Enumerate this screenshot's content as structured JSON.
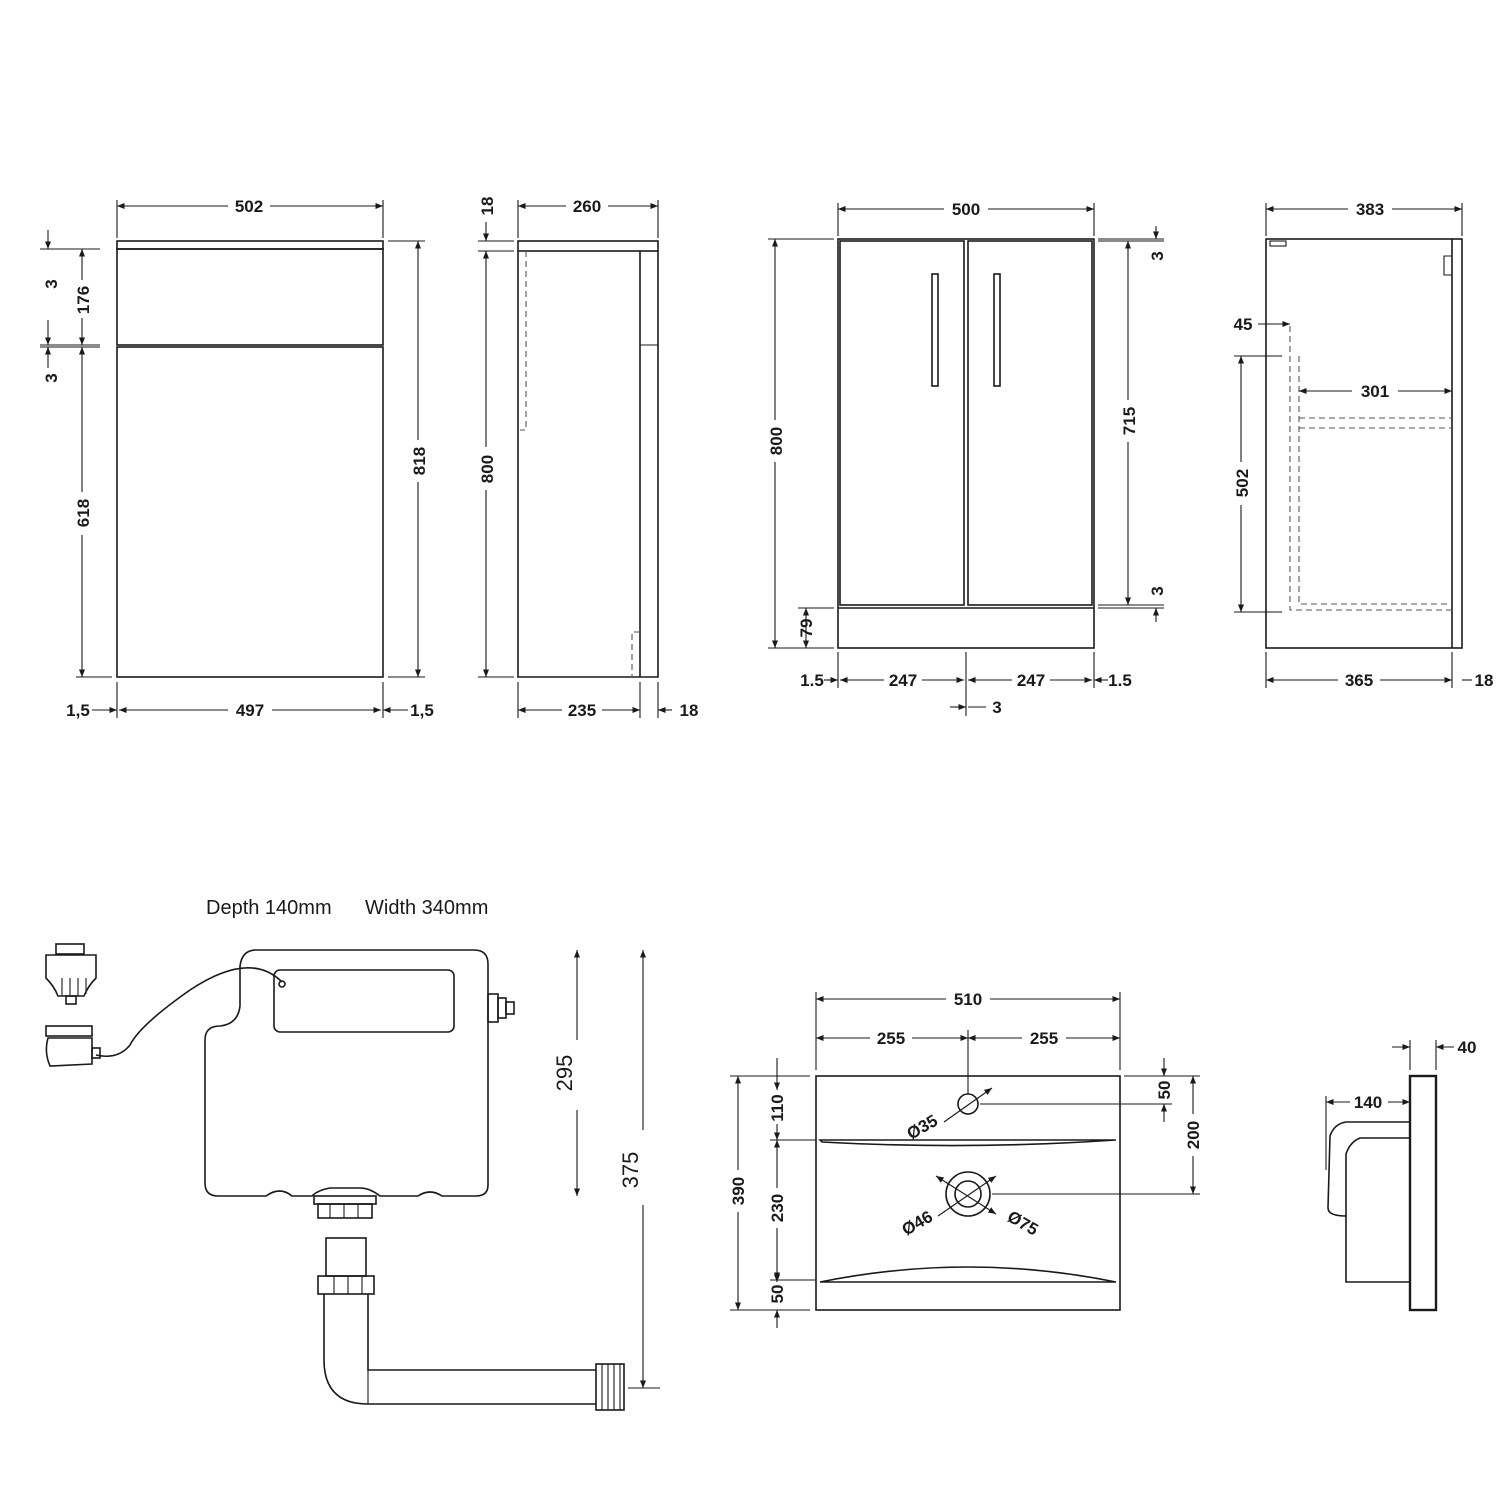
{
  "toilet_unit_front": {
    "width_top": "502",
    "h_gap_top": "3",
    "h_top_panel": "176",
    "h_gap_mid": "3",
    "h_door": "618",
    "h_total": "818",
    "w_margin_left": "1,5",
    "w_door": "497",
    "w_margin_right": "1,5"
  },
  "toilet_unit_side": {
    "top_thickness": "18",
    "depth_top": "260",
    "height": "800",
    "depth_body": "235",
    "back_panel": "18"
  },
  "vanity_front": {
    "width": "500",
    "height": "800",
    "gap_top": "3",
    "door_height": "715",
    "gap_bottom": "3",
    "plinth": "79",
    "edge_left": "1.5",
    "door_left": "247",
    "door_right": "247",
    "edge_right": "1.5",
    "door_gap": "3"
  },
  "vanity_side": {
    "depth": "383",
    "inset": "45",
    "drawer_depth": "301",
    "drawer_height": "502",
    "depth_body": "365",
    "back": "18"
  },
  "cistern": {
    "depth_label": "Depth 140mm",
    "width_label": "Width 340mm",
    "height_tank": "295",
    "height_total": "375"
  },
  "basin_top": {
    "width": "510",
    "half_left": "255",
    "half_right": "255",
    "tap_offset": "50",
    "waste_offset": "200",
    "depth": "390",
    "front_margin": "110",
    "bowl_depth": "230",
    "back_margin": "50",
    "tap_hole": "Ø35",
    "waste_inner": "Ø46",
    "waste_outer": "Ø75"
  },
  "basin_side": {
    "thickness": "40",
    "projection": "140"
  }
}
